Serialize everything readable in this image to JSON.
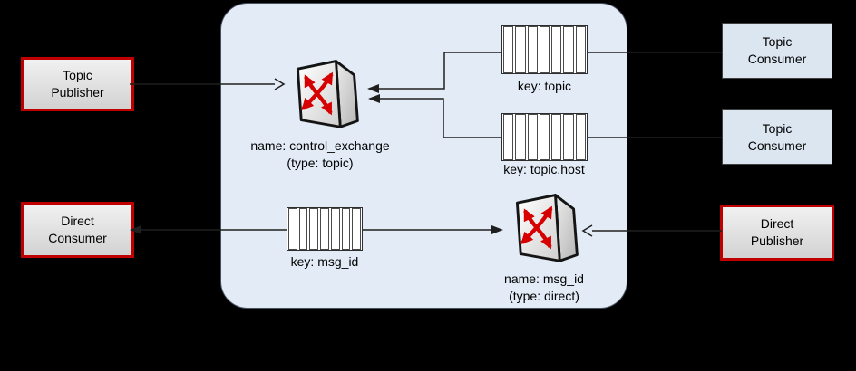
{
  "broker": {
    "exchanges": {
      "control": {
        "name_label": "name: control_exchange",
        "type_label": "(type: topic)"
      },
      "direct": {
        "name_label": "name: msg_id",
        "type_label": "(type: direct)"
      }
    },
    "queues": {
      "topic": {
        "label": "key: topic"
      },
      "topic_host": {
        "label": "key: topic.host"
      },
      "msg_id": {
        "label": "key: msg_id"
      }
    }
  },
  "nodes": {
    "topic_publisher": {
      "line1": "Topic",
      "line2": "Publisher"
    },
    "direct_consumer": {
      "line1": "Direct",
      "line2": "Consumer"
    },
    "topic_consumer_1": {
      "line1": "Topic",
      "line2": "Consumer"
    },
    "topic_consumer_2": {
      "line1": "Topic",
      "line2": "Consumer"
    },
    "direct_publisher": {
      "line1": "Direct",
      "line2": "Publisher"
    }
  },
  "icons": {
    "exchange": "exchange-switch-icon",
    "queue": "message-queue-icon"
  },
  "colors": {
    "background": "#000000",
    "broker_fill": "#e3ebf6",
    "consumer_box_fill": "#dce6f1",
    "publisher_border_red": "#c00000",
    "publisher_box_fill": "#d9d9d9",
    "exchange_arrow_red": "#d60000",
    "connector_line": "#1f1f1f"
  }
}
